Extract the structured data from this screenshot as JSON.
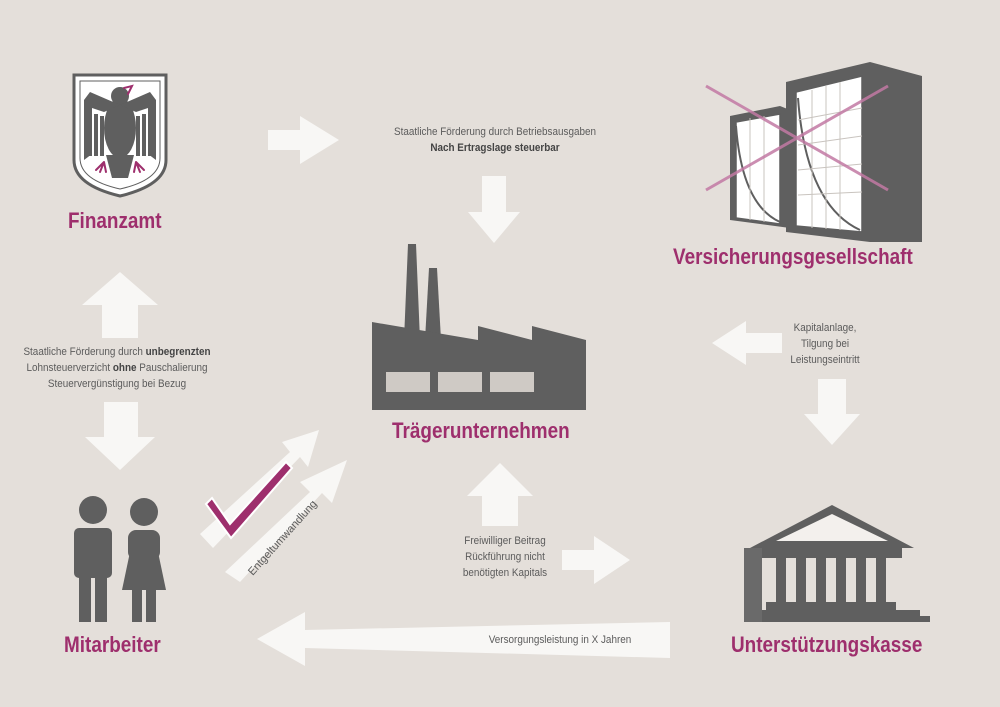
{
  "colors": {
    "background": "#e4dfda",
    "accent": "#9e2f6d",
    "icon": "#5f5f5f",
    "arrow": "#f8f7f5",
    "text": "#5b5b5b"
  },
  "nodes": {
    "finanzamt": {
      "label": "Finanzamt",
      "icon": "eagle-shield-icon"
    },
    "versicherung": {
      "label": "Versicherungsgesellschaft",
      "icon": "insurance-building-icon"
    },
    "traeger": {
      "label": "Trägerunternehmen",
      "icon": "factory-icon"
    },
    "mitarbeiter": {
      "label": "Mitarbeiter",
      "icon": "people-icon"
    },
    "kasse": {
      "label": "Unterstützungskasse",
      "icon": "temple-icon"
    }
  },
  "notes": {
    "foerderung_top": {
      "line1": "Staatliche Förderung durch Betriebsausgaben",
      "line2": "Nach Ertragslage steuerbar"
    },
    "foerderung_left": {
      "line1_a": "Staatliche Förderung durch ",
      "line1_b": "unbegrenzten",
      "line2_a": "Lohnsteuerverzicht ",
      "line2_b": "ohne",
      "line2_c": " Pauschalierung",
      "line3": "Steuervergünstigung bei Bezug"
    },
    "kapital": {
      "line1": "Kapitalanlage,",
      "line2": "Tilgung bei",
      "line3": "Leistungseintritt"
    },
    "beitrag": {
      "line1": "Freiwilliger Beitrag",
      "line2": "Rückführung nicht",
      "line3": "benötigten Kapitals"
    },
    "versorgung": "Versorgungsleistung in X Jahren",
    "entgelt": "Entgeltumwandlung"
  }
}
